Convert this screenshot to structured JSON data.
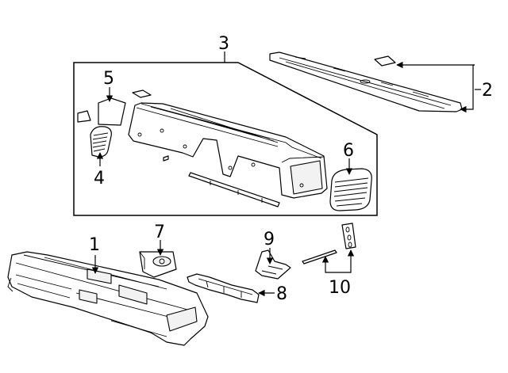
{
  "diagram": {
    "callouts": {
      "c1": "1",
      "c2": "2",
      "c3": "3",
      "c4": "4",
      "c5": "5",
      "c6": "6",
      "c7": "7",
      "c8": "8",
      "c9": "9",
      "c10": "10"
    },
    "line_color": "#000000",
    "background": "#ffffff"
  }
}
